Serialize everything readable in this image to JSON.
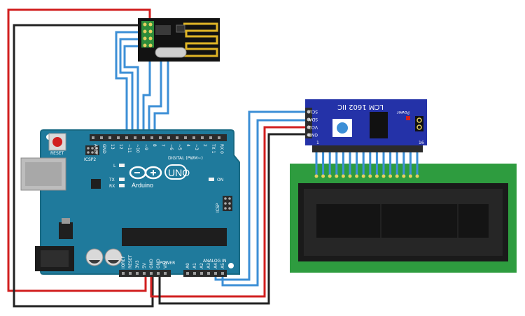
{
  "arduino": {
    "reset_label": "RESET",
    "brand": "Arduino",
    "model": "UNO",
    "icsp2_label": "ICSP2",
    "icsp_label": "ICSP",
    "on_label": "ON",
    "tx_label": "TX",
    "rx_label": "RX",
    "l_label": "L",
    "digital_label": "DIGITAL (PWM~)",
    "analog_label": "ANALOG IN",
    "power_label": "POWER",
    "digital_pins": [
      "AREF",
      "GND",
      "13",
      "12",
      "~11",
      "~10",
      "~9",
      "8",
      "7",
      "~6",
      "~5",
      "4",
      "~3",
      "2",
      "TX 1",
      "RX 0"
    ],
    "power_pins": [
      "IOREF",
      "RESET",
      "3V3",
      "5V",
      "GND",
      "GND",
      "VIN"
    ],
    "analog_pins": [
      "A0",
      "A1",
      "A2",
      "A3",
      "A4",
      "A5"
    ]
  },
  "i2c_module": {
    "title": "LCM 1602 IIC",
    "pins": [
      "SCL",
      "SDA",
      "VCC",
      "GND"
    ],
    "power_label": "Power",
    "led_label": "LED",
    "pin_marker_left": "1",
    "pin_marker_right": "16"
  },
  "colors": {
    "board": "#1f7a9c",
    "board_edge": "#186982",
    "module_blue": "#2432a8",
    "lcd_green": "#2e9c3f",
    "wire_red": "#d11f1f",
    "wire_black": "#222222",
    "wire_blue": "#3c8fd6",
    "header": "#2b2b2b"
  }
}
